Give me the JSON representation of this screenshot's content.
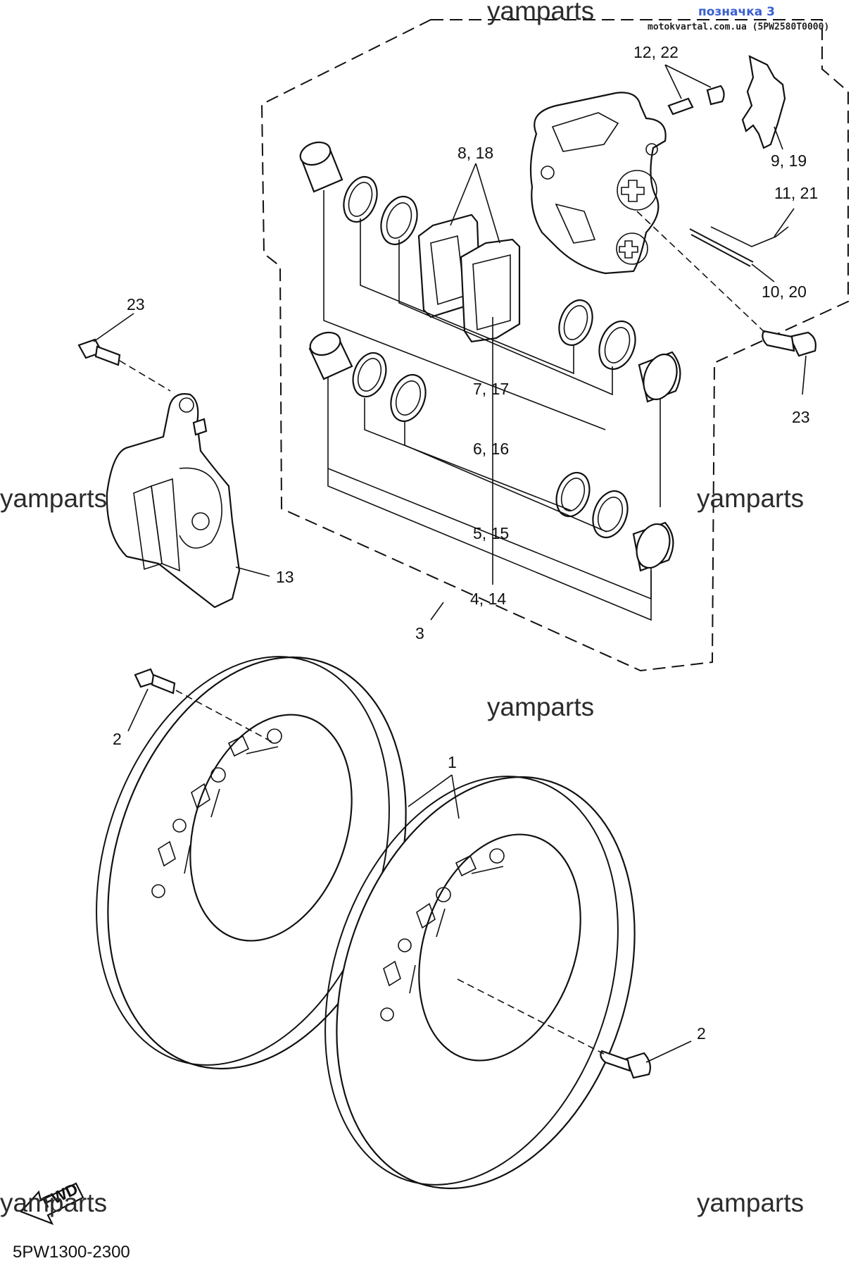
{
  "header": {
    "tag": "позначка 3",
    "source": "motokvartal.com.ua (5PW2580T0000)"
  },
  "watermark": "yamparts",
  "diagram_code": "5PW1300-2300",
  "fwd_label": "FWD",
  "callouts": {
    "c1": "1",
    "c2a": "2",
    "c2b": "2",
    "c3": "3",
    "c4_14": "4, 14",
    "c5_15": "5, 15",
    "c6_16": "6, 16",
    "c7_17": "7, 17",
    "c8_18": "8, 18",
    "c9_19": "9, 19",
    "c10_20": "10, 20",
    "c11_21": "11, 21",
    "c12_22": "12, 22",
    "c13": "13",
    "c23a": "23",
    "c23b": "23"
  }
}
